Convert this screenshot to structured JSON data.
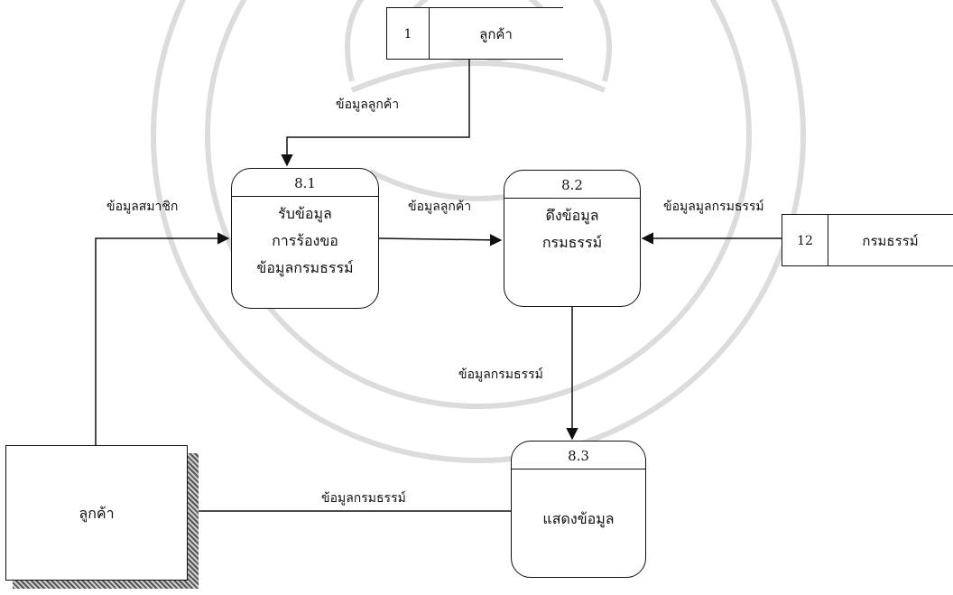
{
  "processes": [
    {
      "id": "8.1",
      "lines": [
        "รับข้อมูล",
        "การร้องขอ",
        "ข้อมูลกรมธรรม์"
      ]
    },
    {
      "id": "8.2",
      "lines": [
        "ดึงข้อมูล",
        "กรมธรรม์"
      ]
    },
    {
      "id": "8.3",
      "lines": [
        "แสดงข้อมูล"
      ]
    }
  ],
  "stores": [
    {
      "id": "1",
      "name": "ลูกค้า"
    },
    {
      "id": "12",
      "name": "กรมธรรม์"
    }
  ],
  "entity": {
    "name": "ลูกค้า"
  },
  "flows": {
    "store_to_8_1": "ข้อมูลลูกค้า",
    "entity_to_8_1": "ข้อมูลสมาชิก",
    "p81_to_p82": "ข้อมูลลูกค้า",
    "store_to_8_2": "ข้อมูลมูลกรมธรรม์",
    "p82_to_p83": "ข้อมูลกรมธรรม์",
    "p83_to_entity": "ข้อมูลกรมธรรม์"
  },
  "colors": {
    "line": "#111111",
    "watermark": "#d9d9d9"
  }
}
